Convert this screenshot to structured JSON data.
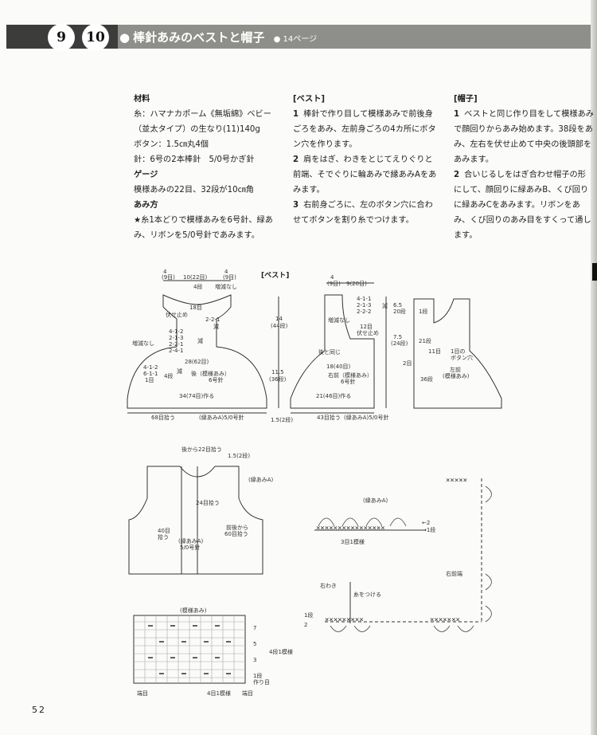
{
  "header": {
    "badge1": "9",
    "badge2": "10",
    "title": "棒針あみのベストと帽子",
    "page_ref": "14ページ"
  },
  "materials": {
    "heading": "材料",
    "yarn": "糸：ハマナカポーム《無垢綿》ベビー（並太タイプ）の生なり(11)140g",
    "buttons": "ボタン：1.5㎝丸4個",
    "needles": "針：6号の2本棒針　5/0号かぎ針",
    "gauge_heading": "ゲージ",
    "gauge": "模様あみの22目、32段が10㎝角",
    "method_heading": "あみ方",
    "method": "★糸1本どりで模様あみを6号針、緑あみ、リボンを5/0号針であみます。"
  },
  "vest": {
    "heading": "[ベスト]",
    "steps": [
      {
        "num": "1",
        "text": "棒針で作り目して模様あみで前後身ごろをあみ、左前身ごろの4カ所にボタン穴を作ります。"
      },
      {
        "num": "2",
        "text": "肩をはぎ、わきをとじてえりぐりと前端、そでぐりに輪あみで縁あみAをあみます。"
      },
      {
        "num": "3",
        "text": "右前身ごろに、左のボタン穴に合わせてボタンを割り糸でつけます。"
      }
    ]
  },
  "hat": {
    "heading": "[帽子]",
    "steps": [
      {
        "num": "1",
        "text": "ベストと同じ作り目をして模様あみで顔回りからあみ始めます。38段をあみ、左右を伏せ止めて中央の後頭部をあみます。"
      },
      {
        "num": "2",
        "text": "合いじるしをはぎ合わせ帽子の形にして、顔回りに緑あみB、くび回りに緑あみCをあみます。リボンをあみ、くび回りのあみ目をすくって通します。"
      }
    ]
  },
  "diagram": {
    "title": "[ベスト]",
    "back": {
      "top_dims": [
        "4",
        "(9目)",
        "10(22目)",
        "4",
        "(9目)"
      ],
      "shaping": [
        "4段",
        "増減なし",
        "18目",
        "伏せ止め",
        "2-2-1",
        "減",
        "4-1-2",
        "2-1-3",
        "2-2-1",
        "2-4-1",
        "減",
        "増減なし",
        "28(62目)",
        "後（模様あみ）",
        "6号針",
        "4-1-2",
        "6-1-1",
        "1目",
        "4段",
        "減",
        "34(74目)作る",
        "68目拾う",
        "(縁あみA)5/0号針"
      ],
      "height": [
        "14",
        "(44段)",
        "11.5",
        "(36段)",
        "1.5(2段)"
      ]
    },
    "front": {
      "top_dims": [
        "4",
        "(9目)",
        "9(20目)"
      ],
      "shaping": [
        "4-1-1",
        "2-1-3",
        "2-2-2",
        "減",
        "6.5",
        "20段",
        "増減なし",
        "12目",
        "伏せ止め",
        "7.5",
        "(24段)",
        "後と同じ",
        "18(40目)",
        "右前（模様あみ）",
        "6号針",
        "21(46目)作る",
        "43目拾う",
        "(縁あみA)5/0号針"
      ]
    },
    "left_front": [
      "1段",
      "21段",
      "11目",
      "1目の",
      "ボタン穴",
      "2目",
      "左前",
      "(模様あみ)",
      "36段"
    ],
    "assembly": [
      "後から22目拾う",
      "1.5(2段)",
      "(縁あみA)",
      "24目拾う",
      "40目",
      "拾う",
      "(縁あみA)",
      "5/0号針",
      "前後から",
      "60目拾う"
    ],
    "edging": [
      "(縁あみA)",
      "←2",
      "→1段",
      "3目1模様",
      "右前端",
      "右わき",
      "糸をつける",
      "1段",
      "2"
    ],
    "chart": {
      "title": "(模様あみ)",
      "row_labels": [
        "7",
        "5",
        "3",
        "1段",
        "作り目"
      ],
      "side_label": "4段1模様",
      "bottom": [
        "端目",
        "4目1模様",
        "端目"
      ]
    }
  },
  "footer": {
    "page_number": "52"
  }
}
